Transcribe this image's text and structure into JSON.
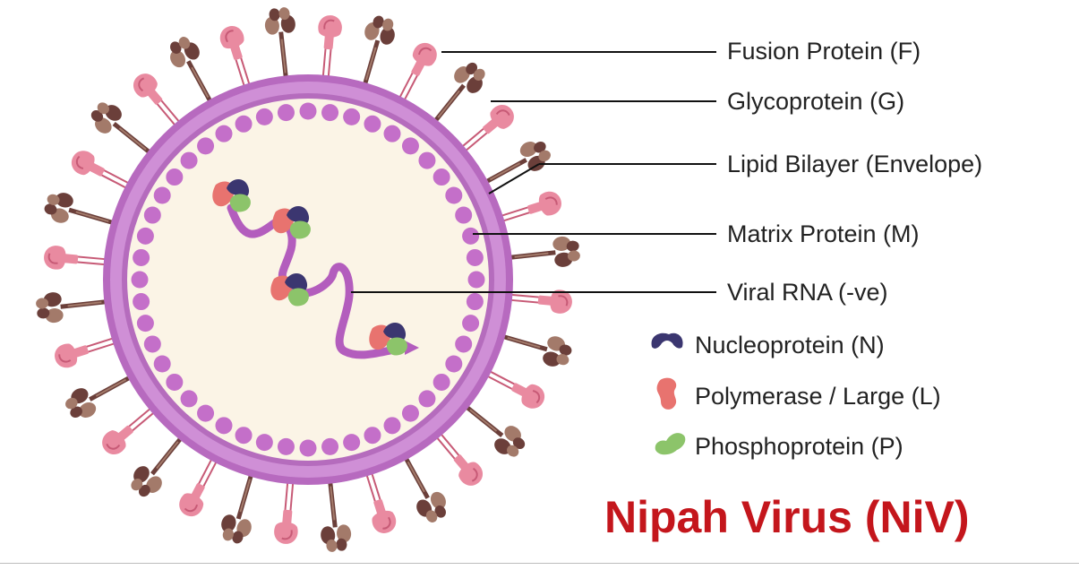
{
  "title": "Nipah Virus (NiV)",
  "labels": [
    {
      "id": "fusion",
      "text": "Fusion Protein (F)"
    },
    {
      "id": "glyco",
      "text": "Glycoprotein (G)"
    },
    {
      "id": "lipid",
      "text": "Lipid Bilayer (Envelope)"
    },
    {
      "id": "matrix",
      "text": "Matrix Protein (M)"
    },
    {
      "id": "rna",
      "text": "Viral RNA (-ve)"
    }
  ],
  "legend": [
    {
      "id": "nucleo",
      "text": "Nucleoprotein (N)",
      "icon": "nucleoprotein-icon",
      "color": "#3b3670"
    },
    {
      "id": "poly",
      "text": "Polymerase / Large (L)",
      "icon": "polymerase-icon",
      "color": "#e8736f"
    },
    {
      "id": "phospho",
      "text": "Phosphoprotein (P)",
      "icon": "phosphoprotein-icon",
      "color": "#8cc46a"
    }
  ],
  "colors": {
    "envelope": "#c77fcf",
    "envelope_dark": "#a55aae",
    "matrix_dots": "#c46fc9",
    "interior": "#fbf4e6",
    "fusion": "#e98aa0",
    "fusion_dark": "#c75a76",
    "glyco_light": "#a37a6a",
    "glyco_dark": "#6b3f3a",
    "rna": "#b35dbd",
    "nucleo": "#3b3670",
    "poly": "#e8736f",
    "phospho": "#8cc46a",
    "title": "#c4161c"
  }
}
